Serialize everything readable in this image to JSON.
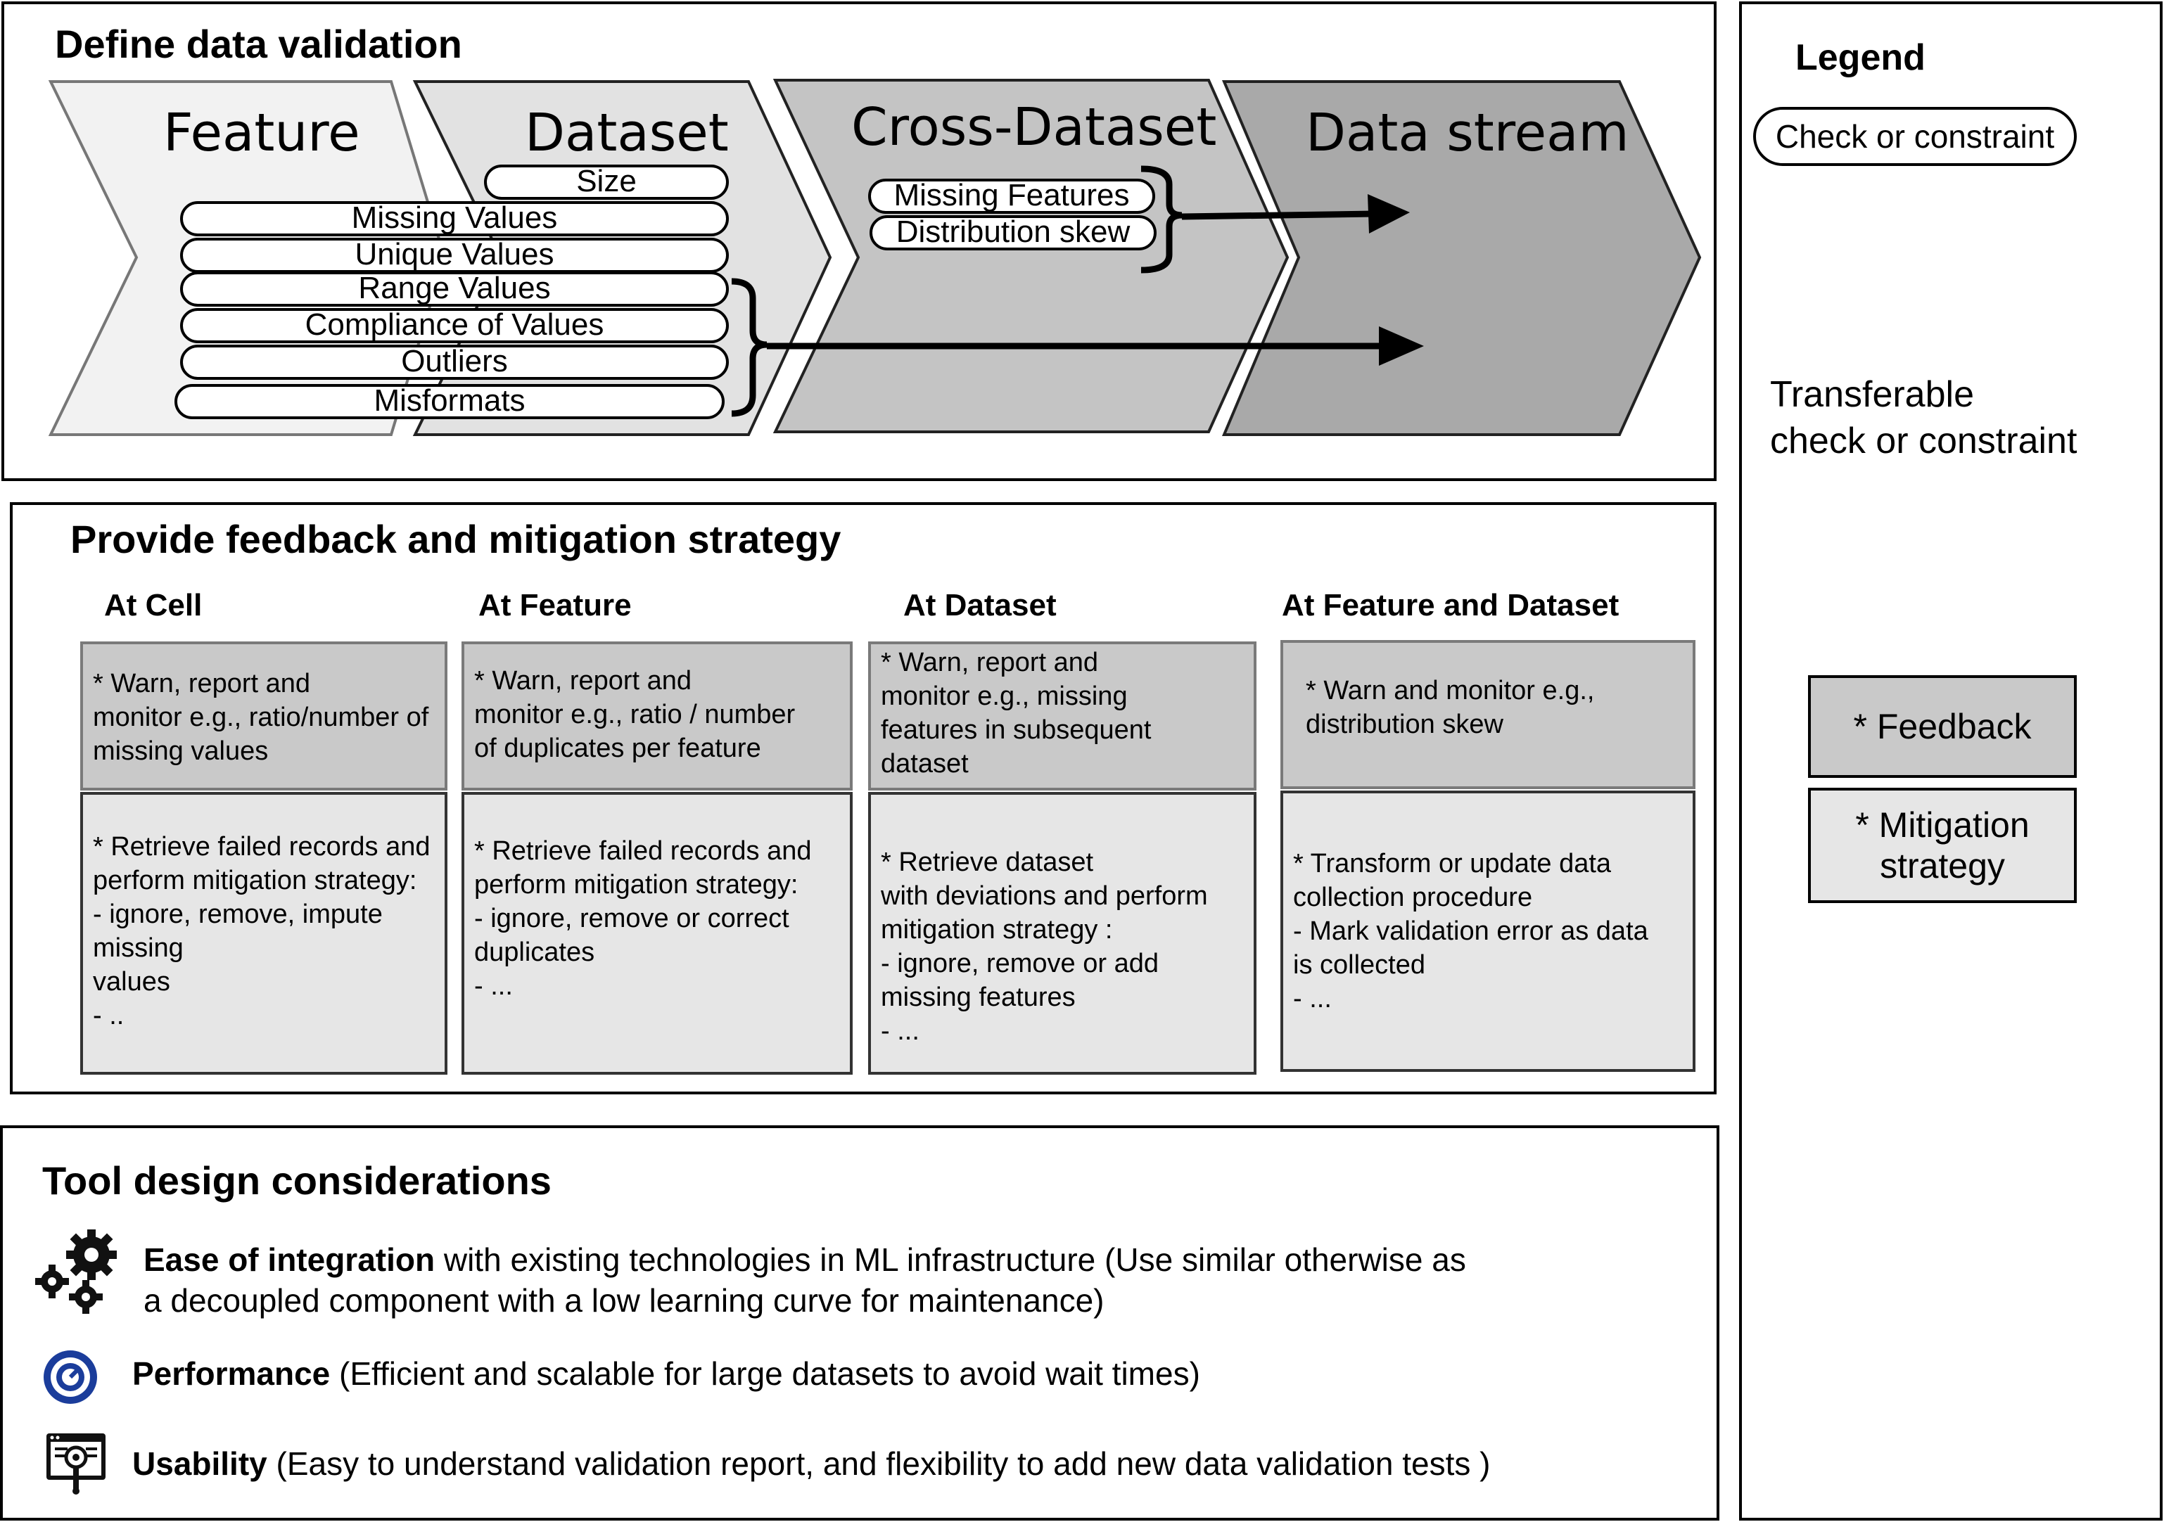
{
  "define": {
    "title": "Define data validation",
    "stages": [
      "Feature",
      "Dataset",
      "Cross-Dataset",
      "Data stream"
    ],
    "dataset_checks": [
      "Size"
    ],
    "feature_checks": [
      "Missing Values",
      "Unique Values",
      "Range Values",
      "Compliance of Values",
      "Outliers",
      "Misformats"
    ],
    "cross_dataset_checks": [
      "Missing Features",
      "Distribution skew"
    ]
  },
  "feedback": {
    "title": "Provide feedback and mitigation strategy",
    "columns": [
      {
        "title": "At Cell",
        "feedback": "* Warn, report and\nmonitor e.g., ratio/number of\nmissing values",
        "mitigation": "* Retrieve failed records and\nperform mitigation strategy:\n- ignore, remove, impute\nmissing\nvalues\n- .."
      },
      {
        "title": "At Feature",
        "feedback": "* Warn, report and\nmonitor e.g., ratio / number\nof duplicates per feature",
        "mitigation": "* Retrieve failed records and\nperform mitigation strategy:\n- ignore, remove or correct\nduplicates\n- ..."
      },
      {
        "title": "At Dataset",
        "feedback": "* Warn, report and\nmonitor e.g., missing\nfeatures in subsequent\ndataset",
        "mitigation": "* Retrieve dataset\nwith deviations and perform\nmitigation strategy :\n- ignore, remove or add\nmissing features\n- ..."
      },
      {
        "title": "At Feature and Dataset",
        "feedback": "* Warn and monitor e.g.,\ndistribution skew",
        "mitigation": "* Transform or update data\ncollection procedure\n- Mark validation error as data\nis collected\n- ..."
      }
    ]
  },
  "tool": {
    "title": "Tool design considerations",
    "items": [
      {
        "icon": "gears-icon",
        "bold": "Ease of integration",
        "text": " with existing technologies in ML infrastructure (Use similar otherwise as",
        "text2": "a decoupled component with a low learning curve for maintenance)"
      },
      {
        "icon": "performance-gauge-icon",
        "bold": "Performance",
        "text": " (Efficient and scalable for large datasets to avoid wait times)"
      },
      {
        "icon": "usability-report-icon",
        "bold": "Usability",
        "text": " (Easy to understand validation report, and flexibility to add new data validation tests )"
      }
    ]
  },
  "legend": {
    "title": "Legend",
    "check_label": "Check or constraint",
    "transferable_line1": "Transferable",
    "transferable_line2": "check or constraint",
    "feedback_label": "* Feedback",
    "mitigation_line1": "* Mitigation",
    "mitigation_line2": "strategy"
  },
  "colors": {
    "chevron_feature": "#f2f2f2",
    "chevron_dataset": "#e2e2e2",
    "chevron_cross": "#c4c4c4",
    "chevron_stream": "#a9a9a9",
    "feedback_fill": "#c9c9c9",
    "mitigation_fill": "#e6e6e6",
    "icon_blue": "#1b3d9b"
  }
}
